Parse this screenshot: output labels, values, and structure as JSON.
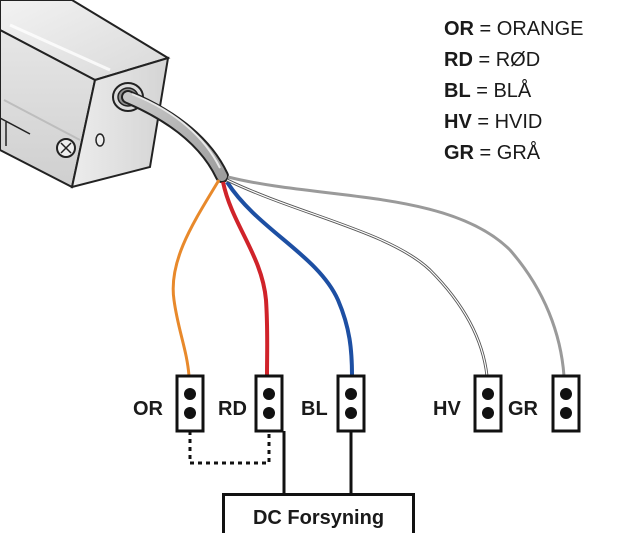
{
  "legend": [
    {
      "code": "OR",
      "sep": " = ",
      "name": "ORANGE"
    },
    {
      "code": "RD",
      "sep": " = ",
      "name": "RØD"
    },
    {
      "code": "BL",
      "sep": " = ",
      "name": "BLÅ"
    },
    {
      "code": "HV",
      "sep": " = ",
      "name": "HVID"
    },
    {
      "code": "GR",
      "sep": " = ",
      "name": "GRÅ"
    }
  ],
  "connectors": [
    {
      "label": "OR",
      "color": "#e8892b"
    },
    {
      "label": "RD",
      "color": "#d0232a"
    },
    {
      "label": "BL",
      "color": "#1d4fa3"
    },
    {
      "label": "HV",
      "color": "#9a9a9a"
    },
    {
      "label": "GR",
      "color": "#9a9a9a"
    }
  ],
  "supply": {
    "label": "DC Forsyning"
  }
}
